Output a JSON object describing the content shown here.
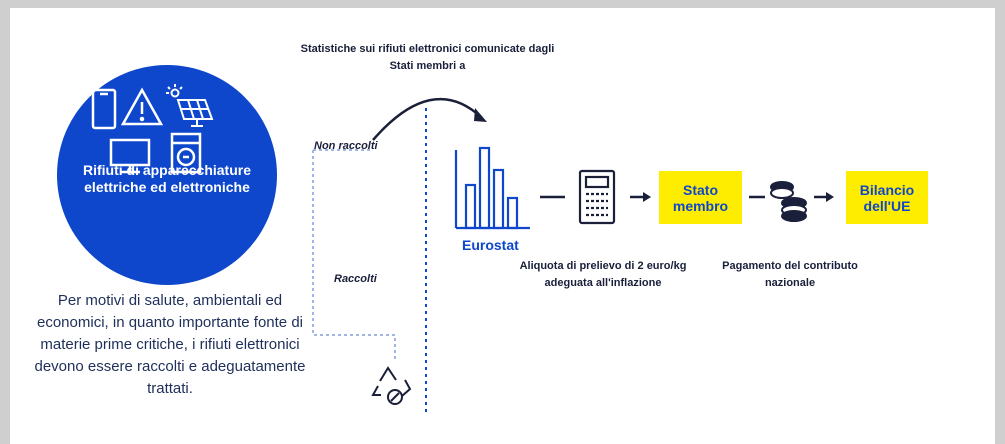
{
  "statistics_note": "Statistiche sui rifiuti elettronici comunicate dagli Stati membri a",
  "not_collected_label": "Non raccolti",
  "collected_label": "Raccolti",
  "circle_label": "Rifiuti di apparecchiature elettriche ed elettroniche",
  "description": "Per motivi di salute, ambientali ed economici, in quanto importante fonte di materie prime critiche, i rifiuti elettronici devono essere raccolti e adeguatamente trattati.",
  "eurostat_label": "Eurostat",
  "rate_caption": "Aliquota di prelievo di 2 euro/kg adeguata all'inflazione",
  "member_state_box": "Stato membro",
  "payment_caption": "Pagamento del contributo nazionale",
  "eu_budget_box": "Bilancio dell'UE",
  "colors": {
    "blue": "#0e47cb",
    "yellow": "#ffed00",
    "light_blue": "#9fb6e6"
  },
  "icons": [
    "smartphone-icon",
    "warning-icon",
    "solar-panel-icon",
    "tv-icon",
    "washing-machine-icon",
    "bar-chart-icon",
    "calculator-icon",
    "coins-icon",
    "recycle-icon"
  ]
}
